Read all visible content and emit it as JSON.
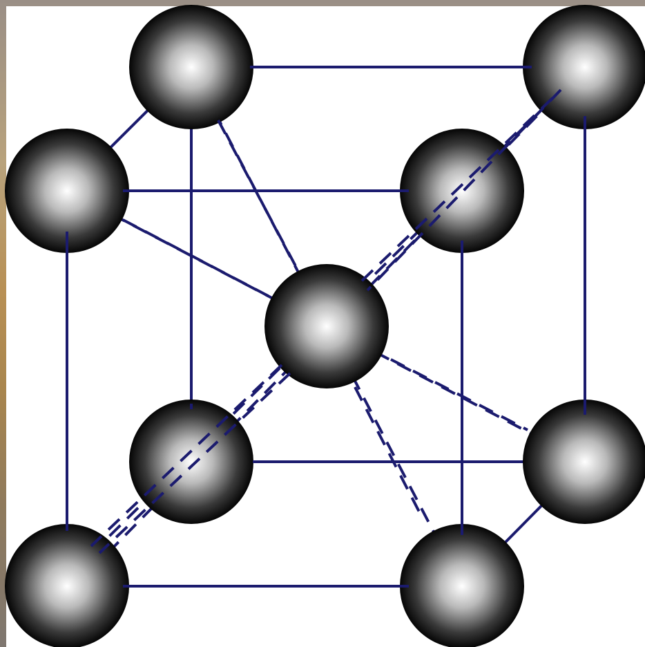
{
  "diagram": {
    "kind": "body-centered-cubic-unit-cell",
    "colors": {
      "edge": "#1b1b6e",
      "dash": "#1b1b6e",
      "atom_dark": "#050505",
      "atom_light": "#ffffff",
      "frame": "#b89055",
      "background": "#ffffff"
    },
    "atoms": [
      {
        "id": "back-top-left"
      },
      {
        "id": "back-top-right"
      },
      {
        "id": "front-top-left"
      },
      {
        "id": "front-top-right"
      },
      {
        "id": "center"
      },
      {
        "id": "back-bottom-left"
      },
      {
        "id": "back-bottom-right"
      },
      {
        "id": "front-bottom-left"
      },
      {
        "id": "front-bottom-right"
      }
    ]
  }
}
